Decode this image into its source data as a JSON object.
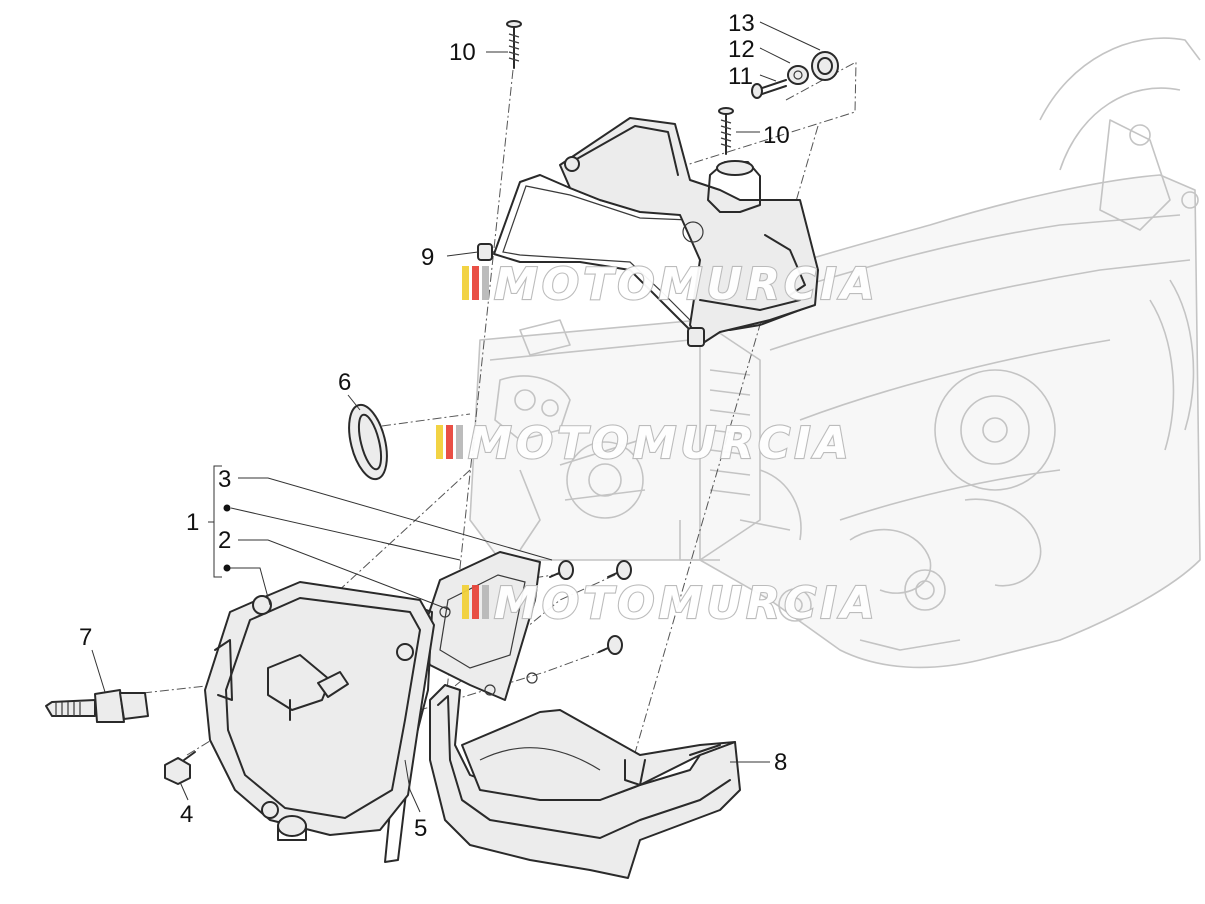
{
  "watermark": {
    "text": "MOTOMURCIA"
  },
  "callouts": {
    "c1": "1",
    "c2": "2",
    "c3": "3",
    "c4": "4",
    "c5": "5",
    "c6": "6",
    "c7": "7",
    "c8": "8",
    "c9": "9",
    "c10a": "10",
    "c10b": "10",
    "c11": "11",
    "c12": "12",
    "c13": "13"
  },
  "colors": {
    "ink": "#111111",
    "ghost_engine": "#c4c4c4",
    "watermark_bar_1": "#f2d13a",
    "watermark_bar_2": "#e8463c",
    "watermark_bar_3": "#b9b9b9"
  }
}
